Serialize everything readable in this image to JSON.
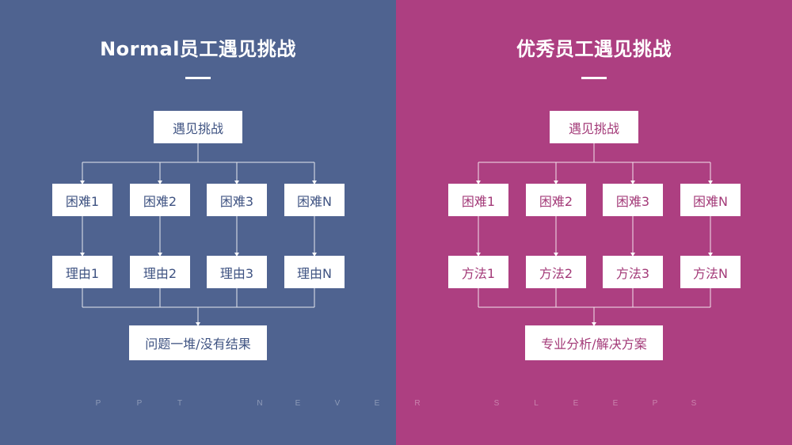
{
  "left": {
    "title": "Normal员工遇见挑战",
    "root": "遇见挑战",
    "difficulties": [
      "困难1",
      "困难2",
      "困难3",
      "困难N"
    ],
    "second_row": [
      "理由1",
      "理由2",
      "理由3",
      "理由N"
    ],
    "result": "问题一堆/没有结果",
    "colors": {
      "background": "#4f6390",
      "text": "#3f5382"
    }
  },
  "right": {
    "title": "优秀员工遇见挑战",
    "root": "遇见挑战",
    "difficulties": [
      "困难1",
      "困难2",
      "困难3",
      "困难N"
    ],
    "second_row": [
      "方法1",
      "方法2",
      "方法3",
      "方法N"
    ],
    "result": "专业分析/解决方案",
    "colors": {
      "background": "#ad3f81",
      "text": "#a33a78"
    }
  },
  "footer": {
    "letters": [
      "P",
      "P",
      "T",
      "N",
      "E",
      "V",
      "E",
      "R",
      "S",
      "L",
      "E",
      "E",
      "P",
      "S"
    ]
  }
}
